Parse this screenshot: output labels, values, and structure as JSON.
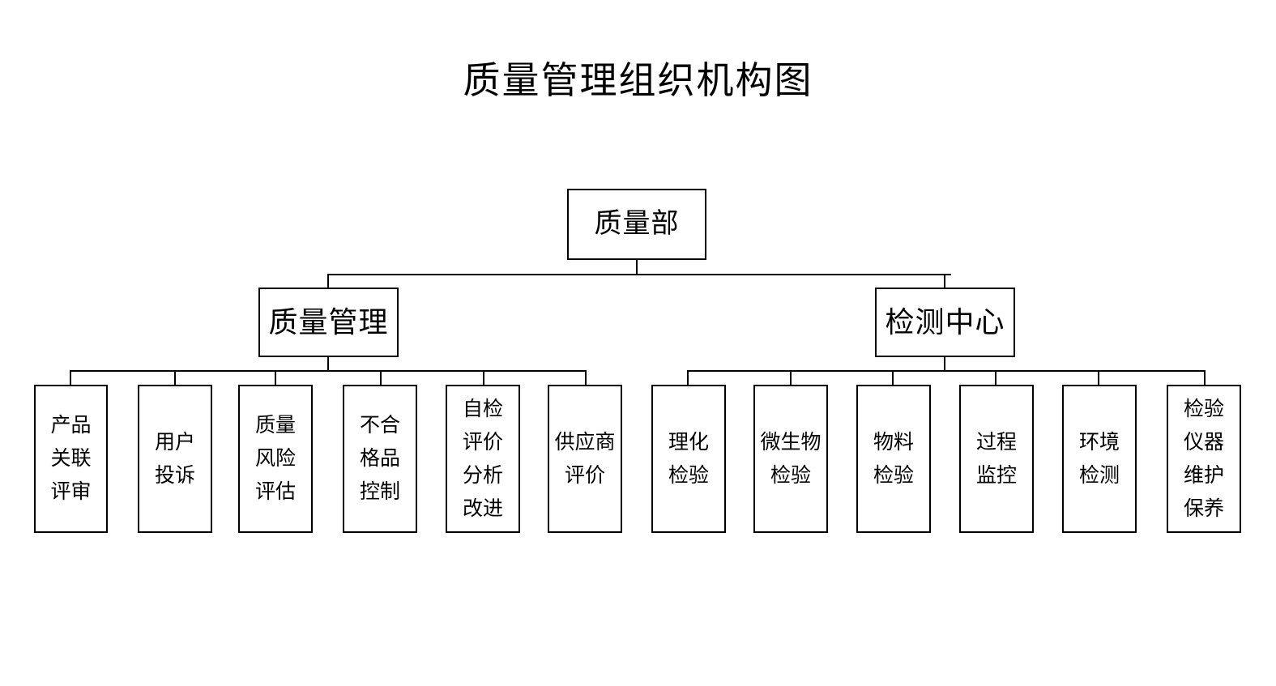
{
  "title": "质量管理组织机构图",
  "colors": {
    "background": "#ffffff",
    "line": "#000000",
    "text": "#000000",
    "box_fill": "#ffffff"
  },
  "chart_data": {
    "type": "diagram",
    "diagram_type": "organization-chart",
    "title": "质量管理组织机构图",
    "orientation": "top-down",
    "levels": 3,
    "nodes": [
      {
        "id": "root",
        "label": "质量部",
        "level": 0,
        "parent": null
      },
      {
        "id": "qm",
        "label": "质量管理",
        "level": 1,
        "parent": "root"
      },
      {
        "id": "tc",
        "label": "检测中心",
        "level": 1,
        "parent": "root"
      },
      {
        "id": "qm1",
        "label": "产品\n关联\n评审",
        "level": 2,
        "parent": "qm"
      },
      {
        "id": "qm2",
        "label": "用户\n投诉",
        "level": 2,
        "parent": "qm"
      },
      {
        "id": "qm3",
        "label": "质量\n风险\n评估",
        "level": 2,
        "parent": "qm"
      },
      {
        "id": "qm4",
        "label": "不合\n格品\n控制",
        "level": 2,
        "parent": "qm"
      },
      {
        "id": "qm5",
        "label": "自检\n评价\n分析\n改进",
        "level": 2,
        "parent": "qm"
      },
      {
        "id": "qm6",
        "label": "供应商\n评价",
        "level": 2,
        "parent": "qm"
      },
      {
        "id": "tc1",
        "label": "理化\n检验",
        "level": 2,
        "parent": "tc"
      },
      {
        "id": "tc2",
        "label": "微生物\n检验",
        "level": 2,
        "parent": "tc"
      },
      {
        "id": "tc3",
        "label": "物料\n检验",
        "level": 2,
        "parent": "tc"
      },
      {
        "id": "tc4",
        "label": "过程\n监控",
        "level": 2,
        "parent": "tc"
      },
      {
        "id": "tc5",
        "label": "环境\n检测",
        "level": 2,
        "parent": "tc"
      },
      {
        "id": "tc6",
        "label": "检验\n仪器\n维护\n保养",
        "level": 2,
        "parent": "tc"
      }
    ],
    "edges": [
      {
        "from": "root",
        "to": "qm"
      },
      {
        "from": "root",
        "to": "tc"
      },
      {
        "from": "qm",
        "to": "qm1"
      },
      {
        "from": "qm",
        "to": "qm2"
      },
      {
        "from": "qm",
        "to": "qm3"
      },
      {
        "from": "qm",
        "to": "qm4"
      },
      {
        "from": "qm",
        "to": "qm5"
      },
      {
        "from": "qm",
        "to": "qm6"
      },
      {
        "from": "tc",
        "to": "tc1"
      },
      {
        "from": "tc",
        "to": "tc2"
      },
      {
        "from": "tc",
        "to": "tc3"
      },
      {
        "from": "tc",
        "to": "tc4"
      },
      {
        "from": "tc",
        "to": "tc5"
      },
      {
        "from": "tc",
        "to": "tc6"
      }
    ]
  },
  "nodes": {
    "root": {
      "label": "质量部"
    },
    "quality_management": {
      "label": "质量管理"
    },
    "testing_center": {
      "label": "检测中心"
    },
    "qm_children": [
      {
        "label": "产品\n关联\n评审"
      },
      {
        "label": "用户\n投诉"
      },
      {
        "label": "质量\n风险\n评估"
      },
      {
        "label": "不合\n格品\n控制"
      },
      {
        "label": "自检\n评价\n分析\n改进"
      },
      {
        "label": "供应商\n评价"
      }
    ],
    "tc_children": [
      {
        "label": "理化\n检验"
      },
      {
        "label": "微生物\n检验"
      },
      {
        "label": "物料\n检验"
      },
      {
        "label": "过程\n监控"
      },
      {
        "label": "环境\n检测"
      },
      {
        "label": "检验\n仪器\n维护\n保养"
      }
    ]
  }
}
